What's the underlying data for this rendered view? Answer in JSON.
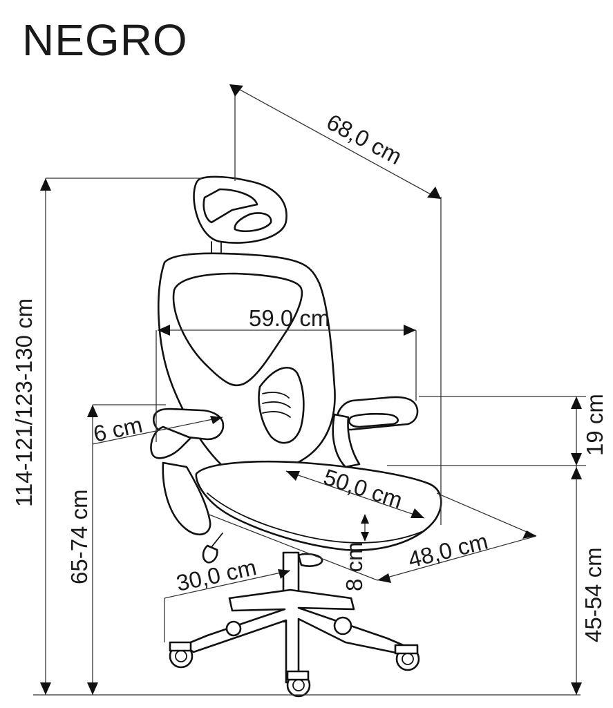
{
  "title": "NEGRO",
  "dimensions": {
    "total_depth": "68,0 cm",
    "total_height": "114-121/123-130 cm",
    "armrest_width": "59.0 cm",
    "armrest_thickness": "6 cm",
    "armrest_height_above_seat": "19 cm",
    "armrest_floor_height": "65-74 cm",
    "seat_depth": "50,0 cm",
    "seat_width": "48,0 cm",
    "seat_adjustment": "8 cm",
    "base_radius": "30,0 cm",
    "seat_height": "45-54 cm"
  }
}
